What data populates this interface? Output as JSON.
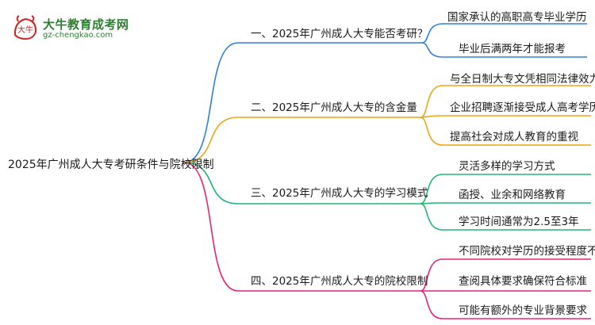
{
  "logo": {
    "mark_text": "大牛",
    "name": "大牛教育成考网",
    "url": "gz-chengkao.com"
  },
  "root": "2025年广州成人大专考研条件与院校限制",
  "branches": [
    {
      "label": "一、2025年广州成人大专能否考研？",
      "color": "#2f7fd8",
      "leaves": [
        "国家承认的高职高专毕业学历",
        "毕业后满两年才能报考"
      ]
    },
    {
      "label": "二、2025年广州成人大专的含金量",
      "color": "#e8a614",
      "leaves": [
        "与全日制大专文凭相同法律效力",
        "企业招聘逐渐接受成人高考学历",
        "提高社会对成人教育的重视"
      ]
    },
    {
      "label": "三、2025年广州成人大专的学习模式",
      "color": "#22b573",
      "leaves": [
        "灵活多样的学习方式",
        "函授、业余和网络教育",
        "学习时间通常为2.5至3年"
      ]
    },
    {
      "label": "四、2025年广州成人大专的院校限制",
      "color": "#e0267a",
      "leaves": [
        "不同院校对学历的接受程度不同",
        "查阅具体要求确保符合标准",
        "可能有额外的专业背景要求"
      ]
    }
  ]
}
